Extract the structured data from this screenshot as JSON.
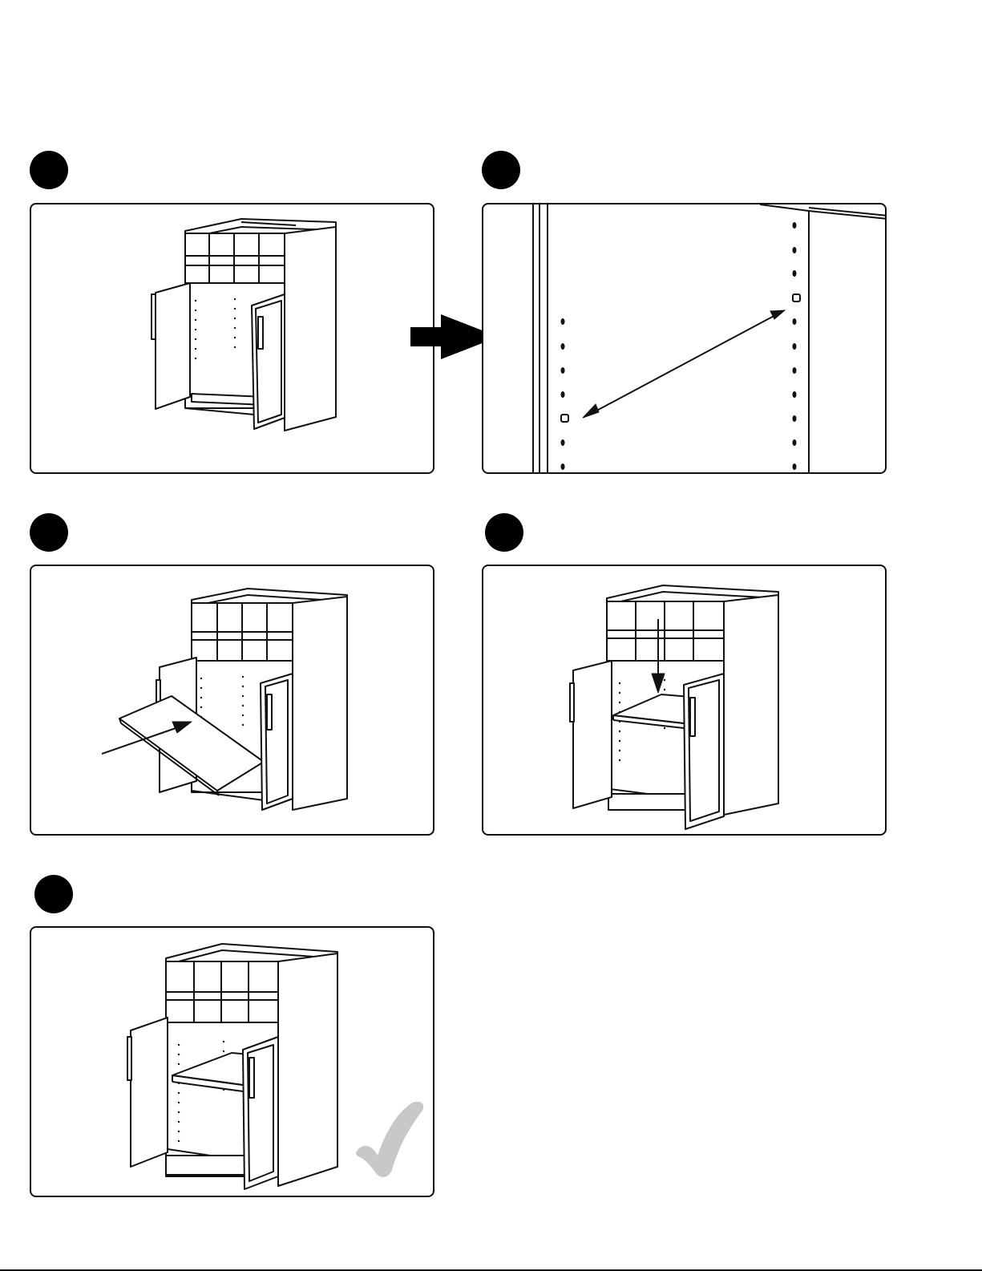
{
  "steps": [
    {
      "number": "",
      "illustration": "cabinet-with-doors-open"
    },
    {
      "number": "",
      "illustration": "shelf-pin-holes-closeup"
    },
    {
      "number": "",
      "illustration": "insert-shelf"
    },
    {
      "number": "",
      "illustration": "lower-shelf-onto-pins"
    },
    {
      "number": "",
      "illustration": "finished-cabinet"
    }
  ],
  "icons": {
    "transition_arrow": "arrow-right-icon",
    "complete_mark": "checkmark-icon"
  },
  "colors": {
    "line": "#111111",
    "badge": "#000000",
    "check": "#c8c8c8"
  }
}
